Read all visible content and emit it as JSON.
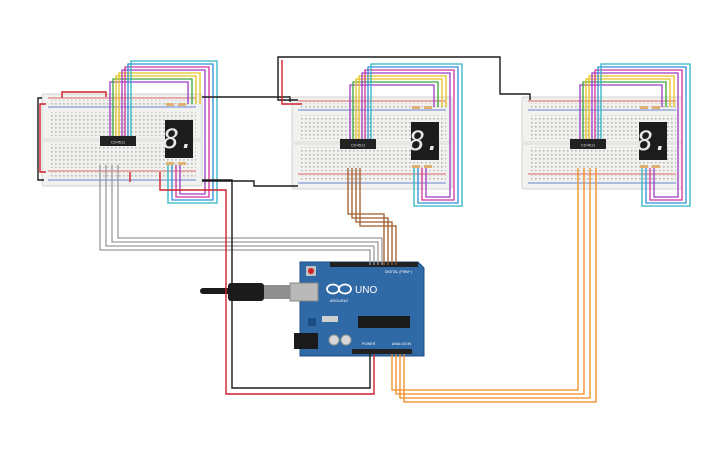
{
  "canvas": {
    "background": "#ffffff"
  },
  "colors": {
    "breadboard": "#f1f1ef",
    "rail_red": "#d23a3a",
    "rail_blue": "#3a5fc4",
    "hole": "#b8b8b4",
    "chip": "#222222",
    "display_body": "#1c1c1c",
    "segment_on": "#e8e8e8",
    "arduino_board": "#2f6aa6",
    "arduino_dark": "#1d4f86",
    "wire_red": "#d11f2a",
    "wire_black": "#1b1b1b",
    "wire_brown": "#9c5a2b",
    "wire_orange": "#f08a1c",
    "wire_gray": "#9a9a9a",
    "wire_green": "#3aa63a",
    "wire_yellow": "#e6c21c",
    "wire_blue": "#2c8fd6",
    "wire_purple": "#9a3bc4",
    "wire_magenta": "#d4309a",
    "wire_cyan": "#2cb4c4"
  },
  "breadboards": [
    {
      "id": "left",
      "chip_label": "CD4511"
    },
    {
      "id": "center",
      "chip_label": "CD4511"
    },
    {
      "id": "right",
      "chip_label": "CD4511"
    }
  ],
  "displays": [
    {
      "digit": "8."
    },
    {
      "digit": "8."
    },
    {
      "digit": "8."
    }
  ],
  "arduino": {
    "brand": "ARDUINO",
    "model": "UNO",
    "header_label": "DIGITAL (PWM~)",
    "power_label": "POWER",
    "analog_label": "ANALOG IN",
    "icon": "infinity-logo-icon"
  },
  "usb_cable": {
    "icon": "usb-plug-icon"
  }
}
